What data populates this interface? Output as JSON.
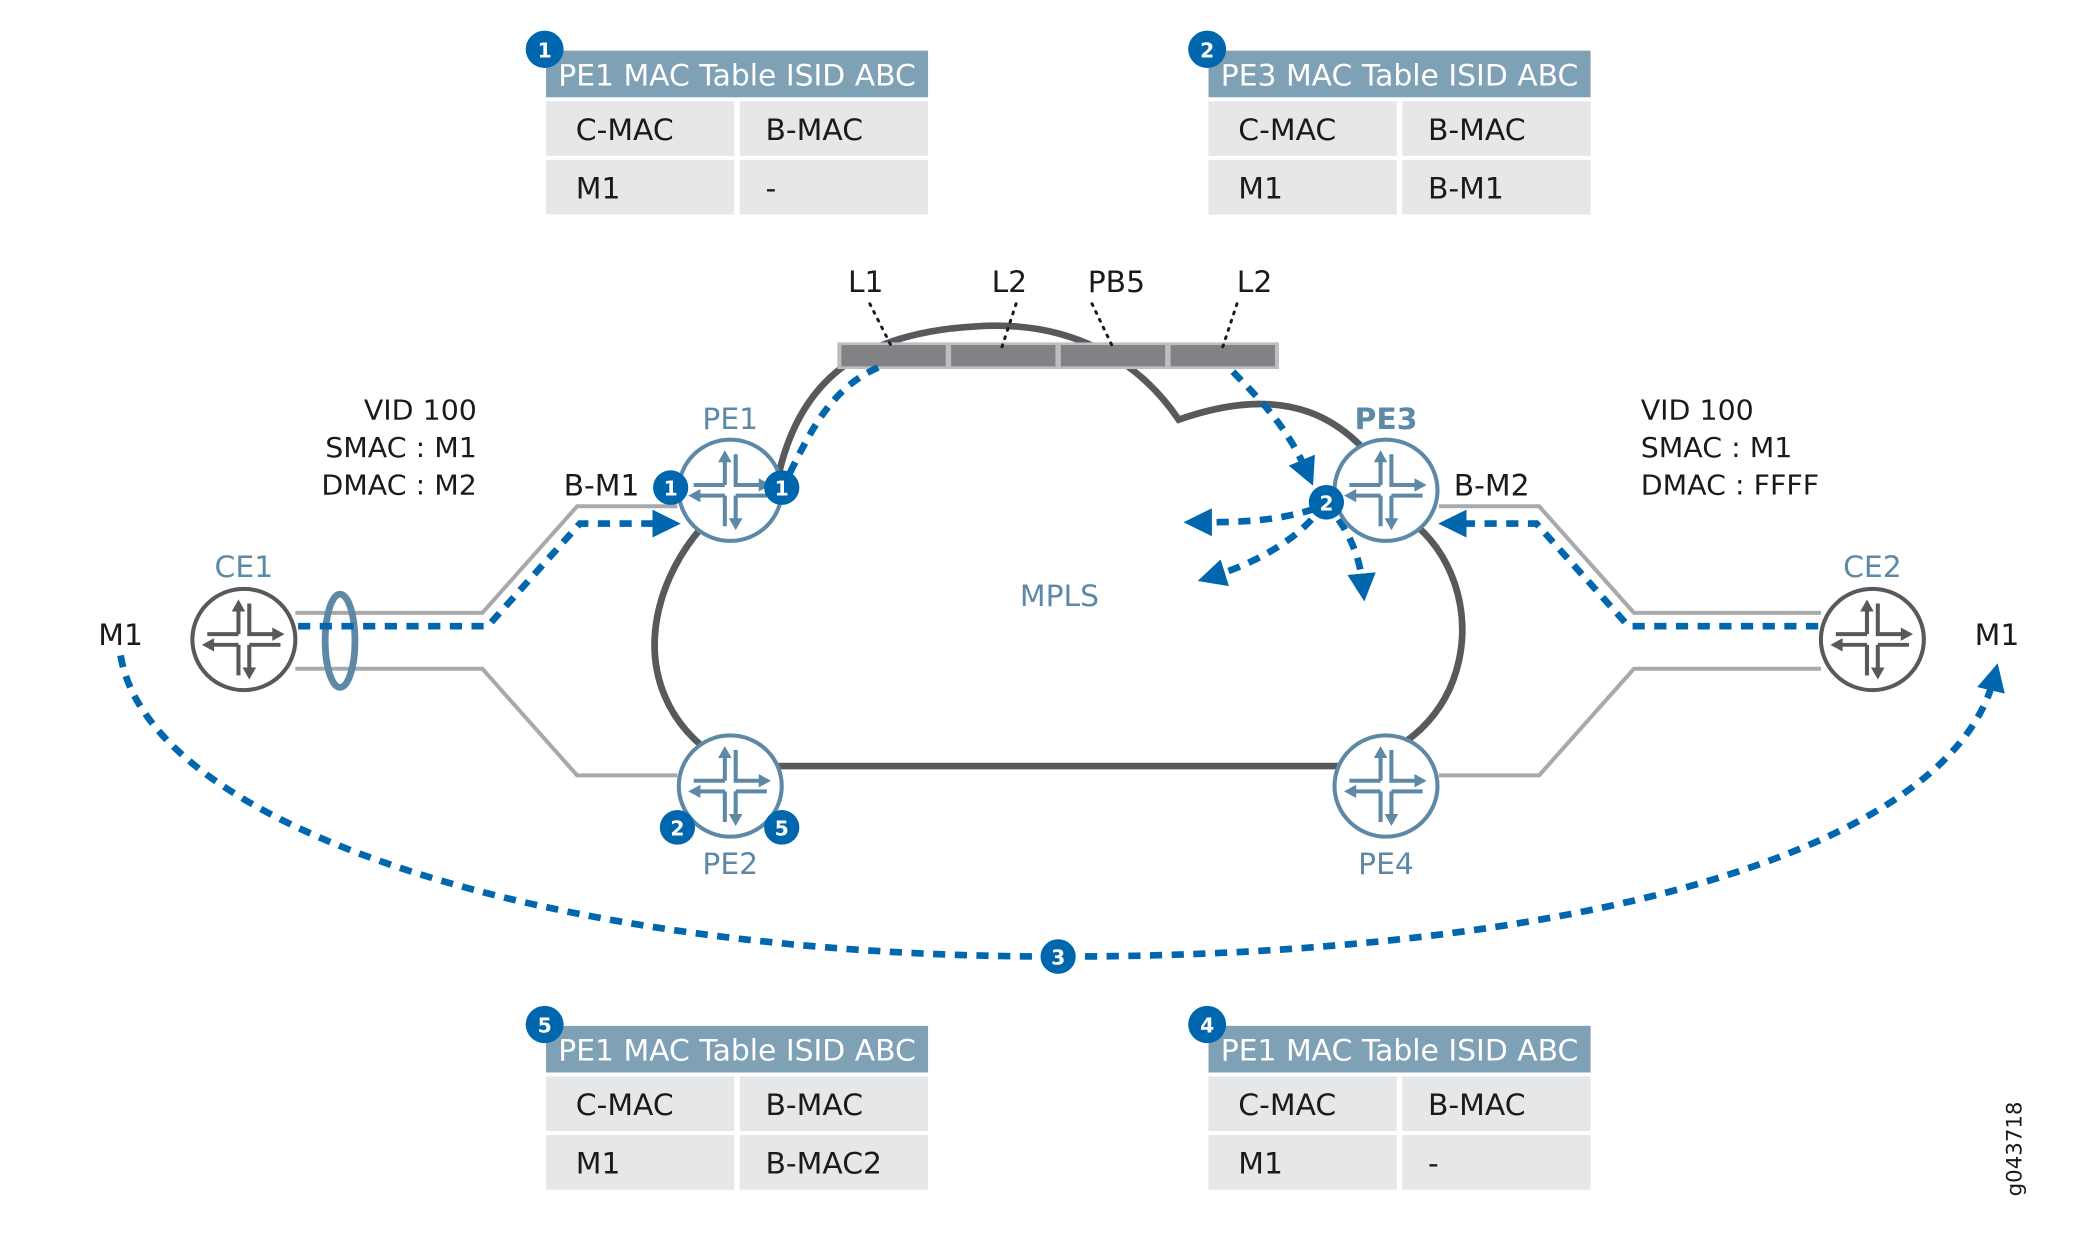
{
  "colors": {
    "accent_blue": "#0066ae",
    "node_blue": "#5d88a6",
    "table_header": "#7fa1b6",
    "table_cell": "#e6e7e8",
    "cloud_stroke": "#58595b",
    "link_gray": "#a7a9ac",
    "frame_gray": "#808285"
  },
  "tables": [
    {
      "id": "t1",
      "badge": "1",
      "title": "PE1 MAC Table ISID ABC",
      "headers": [
        "C-MAC",
        "B-MAC"
      ],
      "rows": [
        [
          "M1",
          "-"
        ]
      ]
    },
    {
      "id": "t2",
      "badge": "2",
      "title": "PE3 MAC Table ISID ABC",
      "headers": [
        "C-MAC",
        "B-MAC"
      ],
      "rows": [
        [
          "M1",
          "B-M1"
        ]
      ]
    },
    {
      "id": "t5",
      "badge": "5",
      "title": "PE1 MAC Table ISID ABC",
      "headers": [
        "C-MAC",
        "B-MAC"
      ],
      "rows": [
        [
          "M1",
          "B-MAC2"
        ]
      ]
    },
    {
      "id": "t4",
      "badge": "4",
      "title": "PE1 MAC Table ISID ABC",
      "headers": [
        "C-MAC",
        "B-MAC"
      ],
      "rows": [
        [
          "M1",
          "-"
        ]
      ]
    }
  ],
  "frame": {
    "fields": [
      "L1",
      "L2",
      "PB5",
      "L2"
    ]
  },
  "cloud": {
    "label": "MPLS"
  },
  "nodes": {
    "pe1": "PE1",
    "pe2": "PE2",
    "pe3": "PE3",
    "pe4": "PE4",
    "ce1": "CE1",
    "ce2": "CE2"
  },
  "hosts": {
    "left": "M1",
    "right": "M1"
  },
  "bmac_labels": {
    "pe1": "B-M1",
    "pe3": "B-M2"
  },
  "packet_left": {
    "line1": "VID 100",
    "line2": "SMAC : M1",
    "line3": "DMAC : M2"
  },
  "packet_right": {
    "line1": "VID 100",
    "line2": "SMAC : M1",
    "line3": "DMAC : FFFF"
  },
  "step_badges": {
    "pe1_left": "1",
    "pe1_right": "1",
    "pe3": "2",
    "pe2_left": "2",
    "pe2_right": "5",
    "arc": "3"
  },
  "figure_id": "g043718"
}
